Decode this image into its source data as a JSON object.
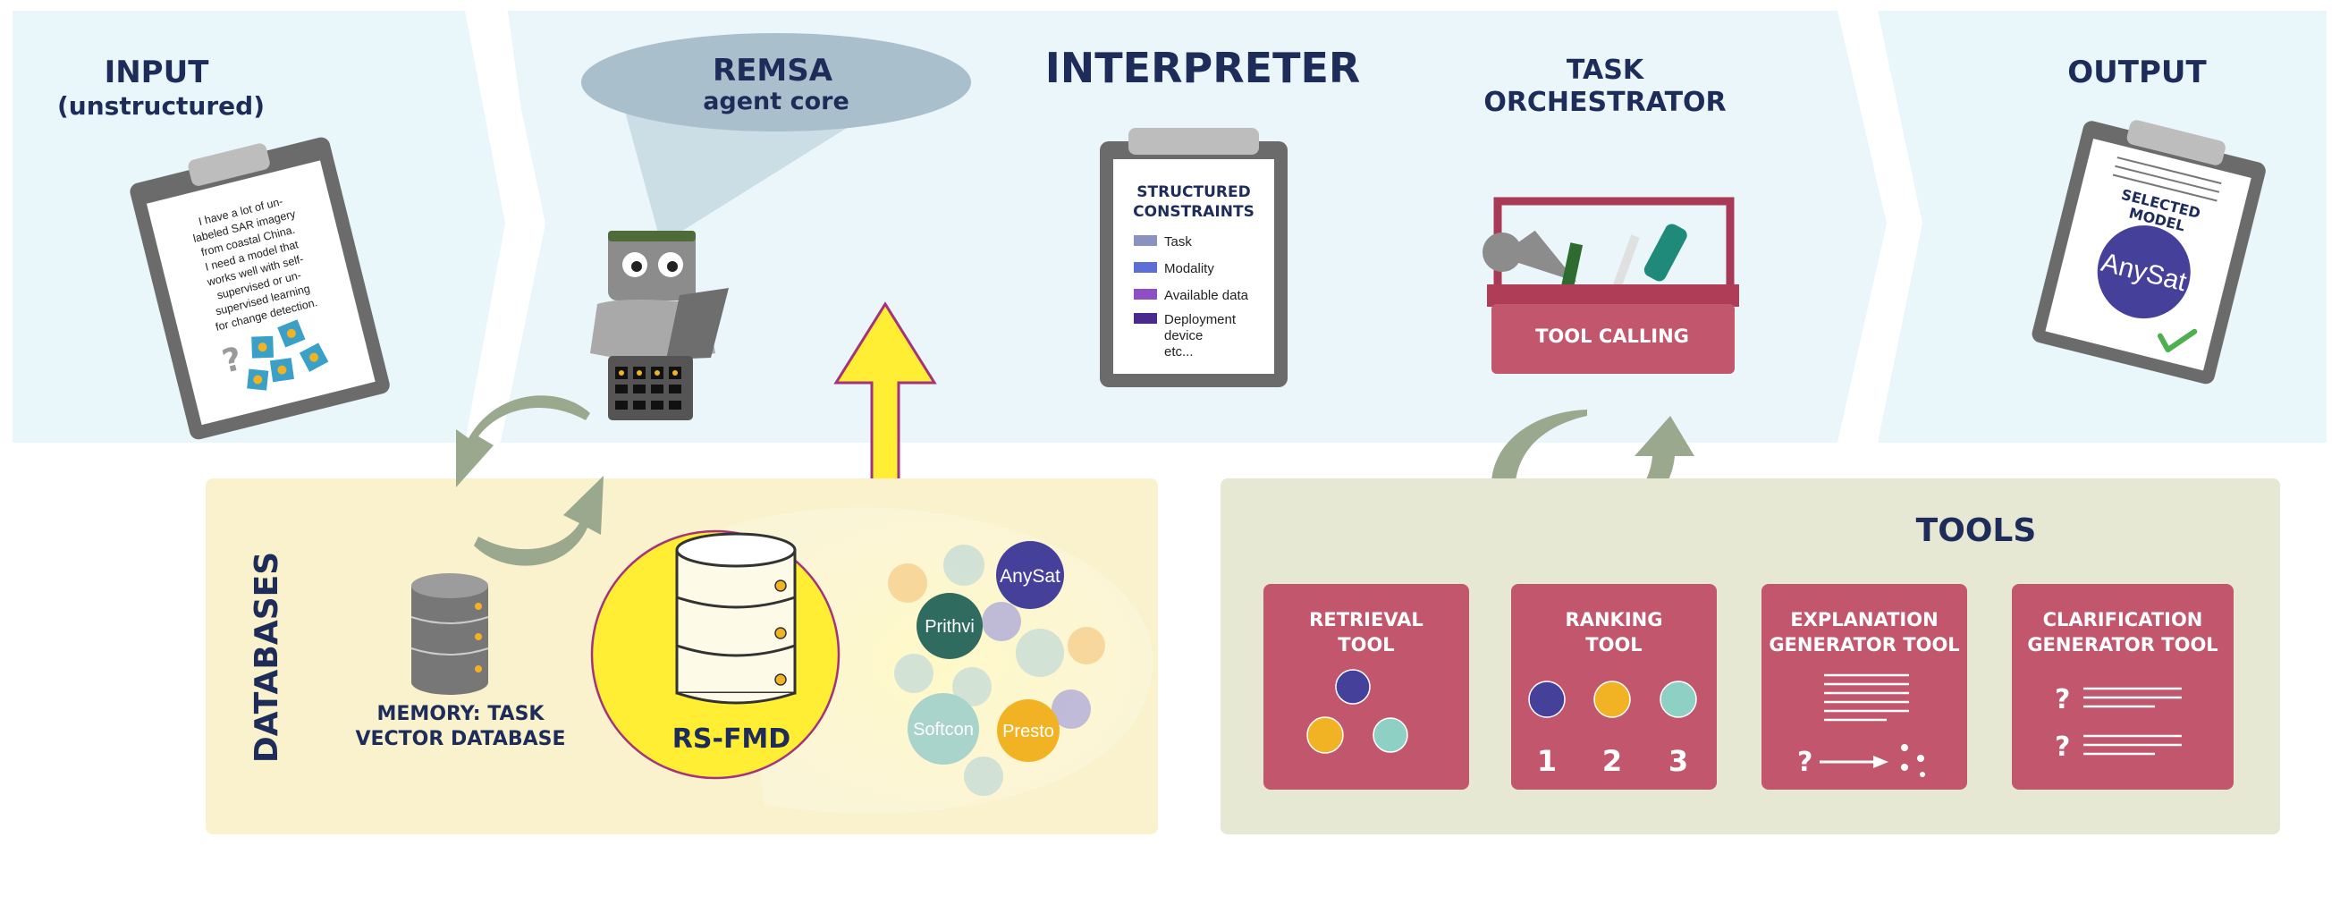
{
  "input": {
    "title": "INPUT",
    "subtitle": "(unstructured)",
    "query_lines": [
      "I have a lot of un-",
      "labeled SAR imagery",
      "from coastal China.",
      "I need a model that",
      "works well with self-",
      "supervised or un-",
      "supervised learning",
      "for change detection."
    ],
    "question_mark": "?"
  },
  "agent": {
    "title": "REMSA",
    "subtitle": "agent core"
  },
  "interpreter": {
    "title": "INTERPRETER",
    "card_title_1": "STRUCTURED",
    "card_title_2": "CONSTRAINTS",
    "items": [
      {
        "label": "Task",
        "color": "#8a93c0"
      },
      {
        "label": "Modality",
        "color": "#5c6fd6"
      },
      {
        "label": "Available data",
        "color": "#8c4fc4"
      },
      {
        "label": "Deployment",
        "color": "#4a2a8c"
      }
    ],
    "item_extra_1": "device",
    "item_extra_2": "etc..."
  },
  "orchestrator": {
    "title_1": "TASK",
    "title_2": "ORCHESTRATOR",
    "toolbox_label": "TOOL CALLING"
  },
  "output": {
    "title": "OUTPUT",
    "card_line_1": "SELECTED",
    "card_line_2": "MODEL",
    "model_name": "AnySat"
  },
  "databases": {
    "title": "DATABASES",
    "memory_label_1": "MEMORY: TASK",
    "memory_label_2": "VECTOR DATABASE",
    "rsfmd_label": "RS-FMD",
    "models": [
      "AnySat",
      "Prithvi",
      "Softcon",
      "Presto"
    ]
  },
  "tools": {
    "title": "TOOLS",
    "cards": [
      {
        "line1": "RETRIEVAL",
        "line2": "TOOL"
      },
      {
        "line1": "RANKING",
        "line2": "TOOL"
      },
      {
        "line1": "EXPLANATION",
        "line2": "GENERATOR TOOL"
      },
      {
        "line1": "CLARIFICATION",
        "line2": "GENERATOR TOOL"
      }
    ],
    "rank_1": "1",
    "rank_2": "2",
    "rank_3": "3",
    "q1": "?",
    "q2": "?",
    "q3": "?"
  },
  "colors": {
    "band": "#e9f6fa",
    "db_panel": "#f9f2cc",
    "tools_panel": "#e6e8d4",
    "tool_card": "#c2566c",
    "navy": "#1e2c5a",
    "arrow_green": "#9aa88e"
  }
}
